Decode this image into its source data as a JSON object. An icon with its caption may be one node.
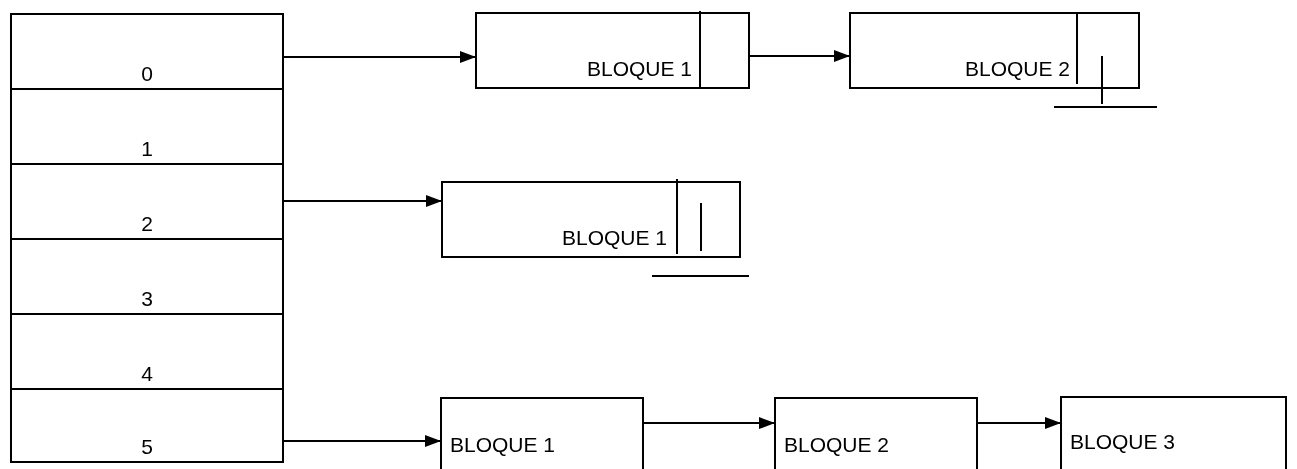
{
  "diagram": {
    "nodes": [
      {
        "text": [
          "0"
        ]
      },
      {
        "text": [
          "1"
        ]
      },
      {
        "text": [
          "2"
        ]
      },
      {
        "text": [
          "3"
        ]
      },
      {
        "text": [
          "4"
        ]
      },
      {
        "text": [
          "5"
        ]
      },
      {
        "text": [
          "BLOQUE 1"
        ]
      },
      {
        "text": [
          "BLOQUE 2"
        ]
      },
      {
        "text": [
          "BLOQUE 1"
        ]
      },
      {
        "text": [
          "BLOQUE 1"
        ]
      },
      {
        "text": [
          "BLOQUE 2"
        ]
      },
      {
        "text": [
          "BLOQUE 3"
        ]
      }
    ],
    "edges": [
      {
        "from": 0,
        "to": 6,
        "arrow": "to"
      },
      {
        "from": 6,
        "to": 7,
        "arrow": "to"
      },
      {
        "from": 2,
        "to": 8,
        "arrow": "to"
      },
      {
        "from": 5,
        "to": 9,
        "arrow": "to"
      },
      {
        "from": 9,
        "to": 10,
        "arrow": "to"
      },
      {
        "from": 10,
        "to": 11,
        "arrow": "to"
      }
    ]
  }
}
